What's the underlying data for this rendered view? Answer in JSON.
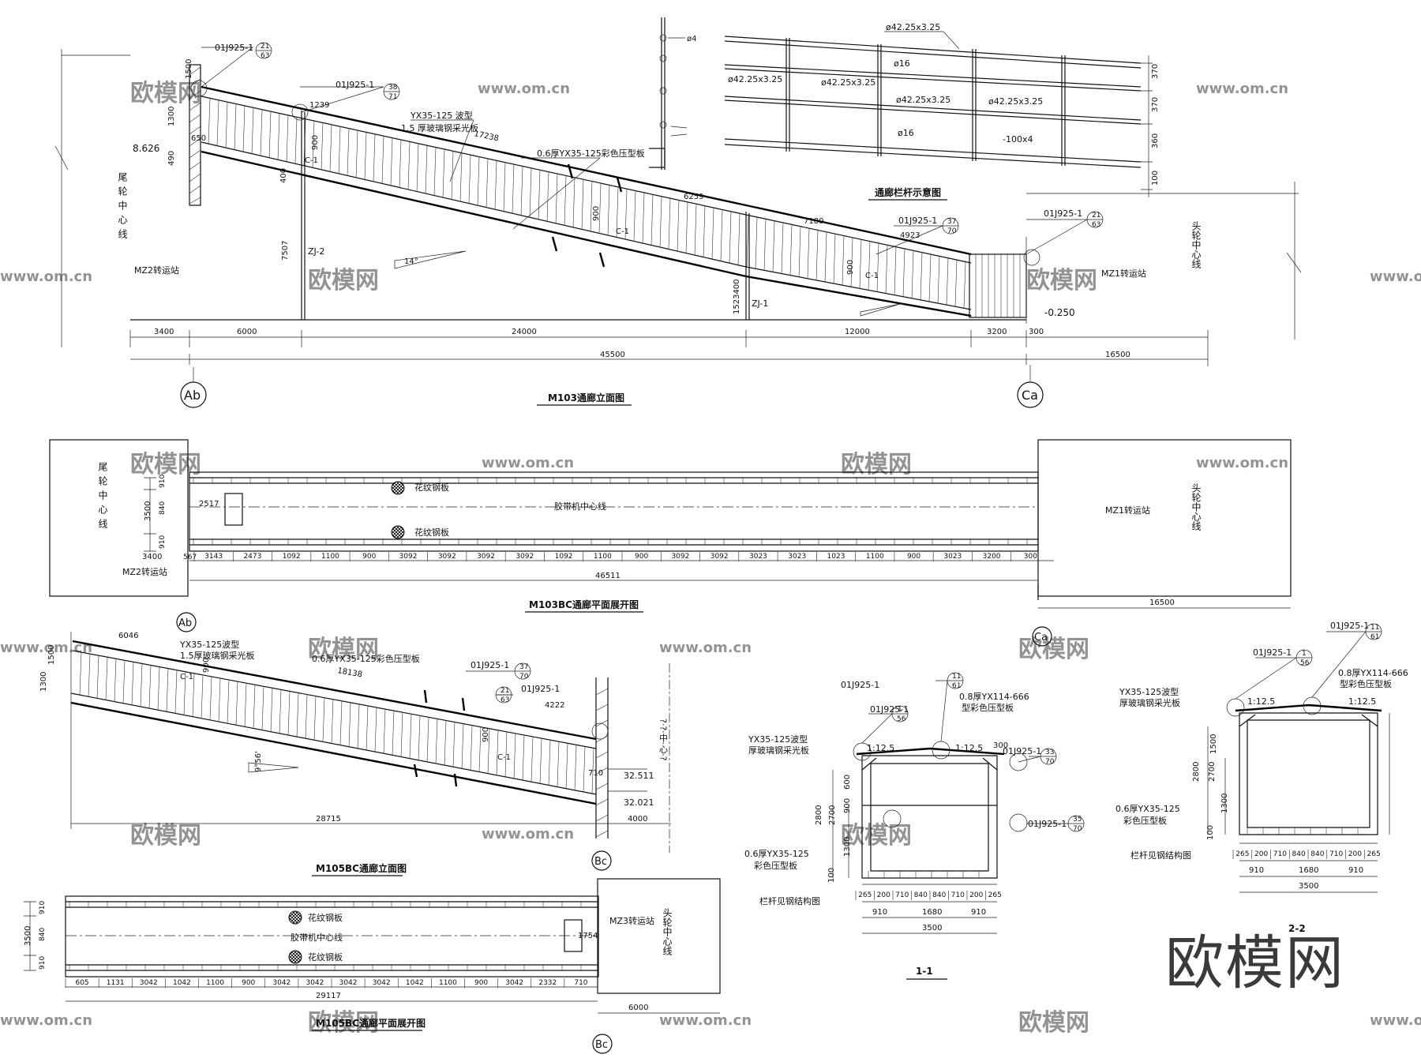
{
  "brand_watermark": "欧模网",
  "watermark_texts": [
    "欧模网",
    "www.om.cn"
  ],
  "elevation_m103": {
    "title": "M103通廊立面图",
    "axis_left": "Ab",
    "axis_right": "Ca",
    "station_left": "MZ2转运站",
    "station_left_vertical": "尾轮中心线",
    "station_right": "MZ1转运站",
    "station_right_vertical": "头轮中心线",
    "ref_top_left": "01J925-1",
    "ref_top_left_num": "21",
    "ref_top_left_den": "63",
    "ref_mid": "01J925-1",
    "ref_mid_num": "38",
    "ref_mid_den": "71",
    "ref_right": "01J925-1",
    "ref_right_num": "37",
    "ref_right_den": "70",
    "ref_far_right": "01J925-1",
    "ref_far_right_num": "21",
    "ref_far_right_den": "63",
    "note_roof_a": "YX35-125 波型",
    "note_roof_b": "1.5 厚玻璃钢采光板",
    "note_wall": "0.6厚YX35-125彩色压型板",
    "level_left": "8.626",
    "level_right": "-0.250",
    "column_1": "ZJ-2",
    "column_2": "ZJ-1",
    "dim_h_1500": "1500",
    "dim_h_1300": "1300",
    "dim_h_650": "650",
    "dim_h_490": "490",
    "dim_h_400": "400",
    "dim_h_7507": "7507",
    "dim_h_1523400": "1523400",
    "dim_len_17238": "17238",
    "dim_len_6259": "6259",
    "dim_len_7180": "7180",
    "dim_len_4923": "4923",
    "dim_1239": "1239",
    "dim_900a": "900",
    "dim_900b": "900",
    "dim_900c": "900",
    "slope": "14°",
    "section_c1": "C-1",
    "bottom_dims": [
      "3400",
      "6000",
      "24000",
      "12000",
      "3200",
      "300"
    ],
    "total_dim": "45500",
    "right_dim": "16500"
  },
  "railing": {
    "title": "通廊栏杆示意图",
    "label_top": "ø42.25x3.25",
    "label_left_top": "ø42.25x3.25",
    "label_mid_top": "ø42.25x3.25",
    "label_mid": "ø42.25x3.25",
    "label_right": "ø42.25x3.25",
    "label_d16a": "ø16",
    "label_d16b": "ø16",
    "label_plate": "-100x4",
    "label_d4": "ø4",
    "dims": [
      "370",
      "370",
      "360",
      "100"
    ]
  },
  "plan_m103": {
    "title": "M103BC通廊平面展开图",
    "axis_left": "Ab",
    "axis_right": "Ca",
    "center_line": "胶带机中心线",
    "plate_1": "花纹钢板",
    "plate_2": "花纹钢板",
    "station_left": "MZ2转运站",
    "station_left_vertical": "尾轮中心线",
    "station_right": "MZ1转运站",
    "station_right_vertical": "头轮中心线",
    "dim_2517": "2517",
    "dims_left_vertical": [
      "3500",
      "910",
      "840",
      "910"
    ],
    "dim_3400": "3400",
    "dim_567": "567",
    "bottom_dims": [
      "3143",
      "2473",
      "1092",
      "1100",
      "900",
      "3092",
      "3092",
      "3092",
      "3092",
      "1092",
      "1100",
      "900",
      "3092",
      "3092",
      "3023",
      "3023",
      "1023",
      "1100",
      "900",
      "3023",
      "3200",
      "300"
    ],
    "total_dim": "46511",
    "right_dim": "16500"
  },
  "elevation_m105": {
    "title": "M105BC通廊立面图",
    "axis": "Bc",
    "ref_1": "01J925-1",
    "ref_1_num": "37",
    "ref_1_den": "70",
    "ref_2": "01J925-1",
    "ref_2_num": "21",
    "ref_2_den": "63",
    "note_roof_a": "YX35-125波型",
    "note_roof_b": "1.5厚玻璃钢采光板",
    "note_wall": "0.6厚YX35-125彩色压型板",
    "dim_6046": "6046",
    "dim_18138": "18138",
    "dim_4222": "4222",
    "dim_1500": "1500",
    "dim_1300": "1300",
    "dim_900a": "900",
    "dim_900b": "900",
    "dim_710": "710",
    "level_1": "32.511",
    "level_2": "32.021",
    "slope": "9°56'",
    "center_vertical": "?·?·中·心·?",
    "bottom_dim": "28715",
    "right_dim": "4000",
    "section_c1": "C-1"
  },
  "plan_m105": {
    "title": "M105BC通廊平面展开图",
    "axis": "Bc",
    "center_line": "胶带机中心线",
    "plate_1": "花纹钢板",
    "plate_2": "花纹钢板",
    "station": "MZ3转运站",
    "station_vertical": "头轮中心线",
    "dim_1754": "1754",
    "dims_left_vertical": [
      "3500",
      "910",
      "840",
      "910"
    ],
    "bottom_dims": [
      "605",
      "1131",
      "3042",
      "1042",
      "1100",
      "900",
      "3042",
      "3042",
      "3042",
      "3042",
      "1042",
      "1100",
      "900",
      "3042",
      "2332",
      "710"
    ],
    "total_dim": "29117",
    "right_dim": "6000"
  },
  "section_1_1": {
    "title": "1-1",
    "ref_top": "01J925-1",
    "ref_top_num": "11",
    "ref_top_den": "61",
    "ref_left": "01J925-1",
    "ref_left_num": "1",
    "ref_left_den": "56",
    "ref_right_a": "01J925-1",
    "ref_right_a_num": "33",
    "ref_right_a_den": "70",
    "ref_right_b": "01J925-1",
    "ref_right_b_num": "35",
    "ref_right_b_den": "70",
    "note_roof_panel": "0.8厚YX114-666",
    "note_roof_panel_b": "型彩色压型板",
    "note_light_a": "YX35-125波型",
    "note_light_b": "厚玻璃钢采光板",
    "note_wall_a": "0.6厚YX35-125",
    "note_wall_b": "彩色压型板",
    "note_rail": "栏杆见钢结构图",
    "slope_1": "1:12.5",
    "slope_2": "1:12.5",
    "dim_300": "300",
    "vert_dims": [
      "2800",
      "2700",
      "1300",
      "900",
      "600",
      "100"
    ],
    "bottom_dims_1": [
      "265",
      "200",
      "710",
      "840",
      "840",
      "710",
      "200",
      "265"
    ],
    "bottom_dims_2": [
      "910",
      "1680",
      "910"
    ],
    "bottom_total": "3500"
  },
  "section_2_2": {
    "title": "2-2",
    "ref_top": "01J925-1",
    "ref_top_num": "11",
    "ref_top_den": "61",
    "ref_left": "01J925-1",
    "ref_left_num": "1",
    "ref_left_den": "56",
    "note_roof_panel": "0.8厚YX114-666",
    "note_roof_panel_b": "型彩色压型板",
    "note_light_a": "YX35-125波型",
    "note_light_b": "厚玻璃钢采光板",
    "note_wall_a": "0.6厚YX35-125",
    "note_wall_b": "彩色压型板",
    "note_rail": "栏杆见钢结构图",
    "slope_1": "1:12.5",
    "slope_2": "1:12.5",
    "vert_dims": [
      "2800",
      "2700",
      "1500",
      "1300",
      "100"
    ],
    "bottom_dims_1": [
      "265",
      "200",
      "710",
      "840",
      "840",
      "710",
      "200",
      "265"
    ],
    "bottom_dims_2": [
      "910",
      "1680",
      "910"
    ],
    "bottom_total": "3500"
  }
}
